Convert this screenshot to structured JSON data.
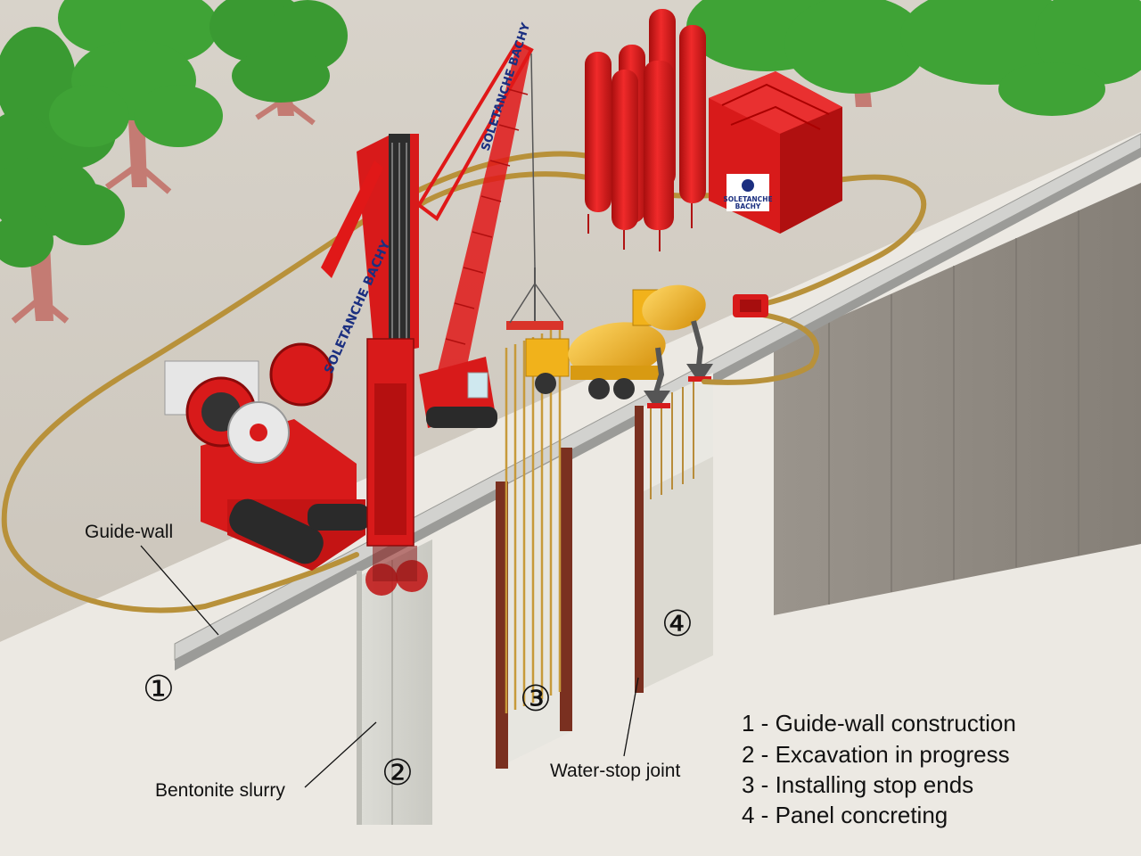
{
  "labels": {
    "guide_wall": "Guide-wall",
    "bentonite_slurry": "Bentonite slurry",
    "water_stop_joint": "Water-stop joint"
  },
  "markers": [
    "①",
    "②",
    "③",
    "④"
  ],
  "legend": [
    "1 - Guide-wall construction",
    "2 - Excavation in progress",
    "3 - Installing stop ends",
    "4 - Panel concreting"
  ],
  "branding": {
    "brand_line1": "SOLETANCHE",
    "brand_line2": "BACHY",
    "rig_logo": "SOLETANCHE BACHY",
    "crane_logo": "SOLETANCHE BACHY"
  },
  "colors": {
    "equipment_red": "#e01818",
    "mixer_yellow": "#f1b21b",
    "tree_green": "#3a9a32",
    "pipe_brown": "#b8913a",
    "ground": "#d6d1c8",
    "guide_wall": "#c8c8c6",
    "panel_wall": "#8f8a83",
    "water_stop": "#7a3020"
  }
}
